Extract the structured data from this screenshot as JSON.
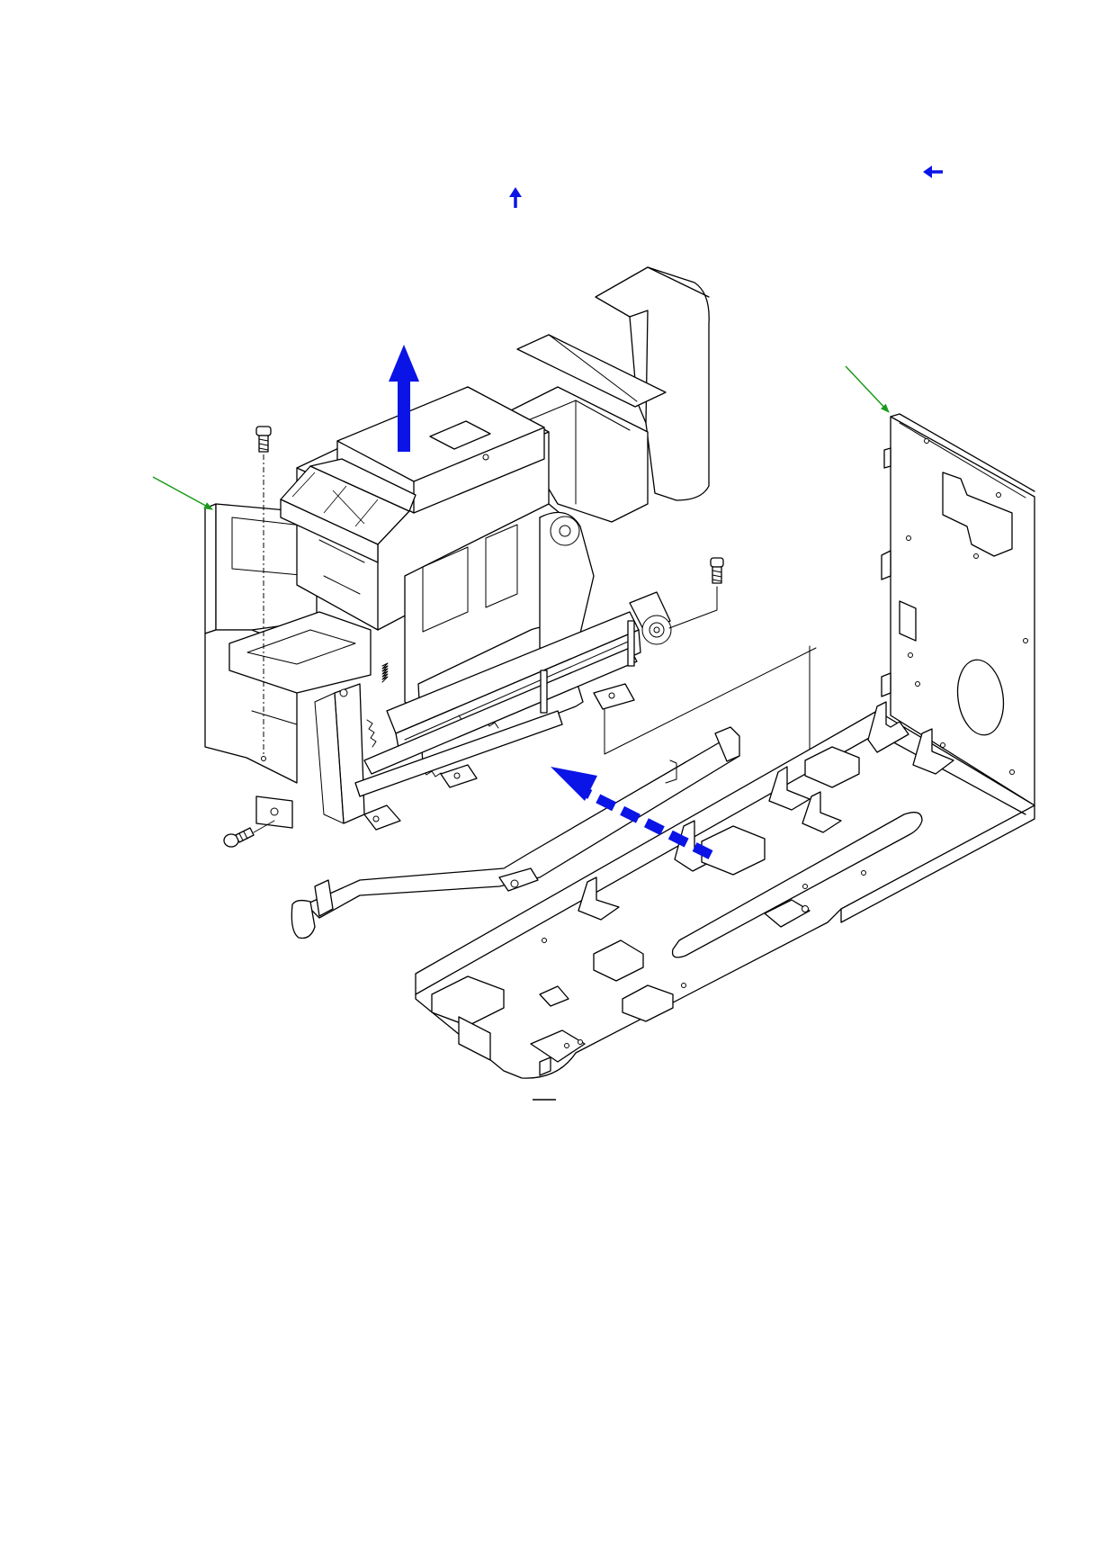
{
  "page": {
    "background": "#ffffff",
    "line_color": "#000000"
  },
  "arrows": {
    "removal_color": "#0a14e6",
    "callout_color": "#1a9a1a",
    "legend_left_arrow": "left-arrow-icon",
    "legend_up_arrow": "up-arrow-icon",
    "removal_up_arrow": "up-arrow-icon",
    "removal_slide_arrow": "dashed-arrow-icon",
    "callout_arrows": [
      "callout-arrow-icon",
      "callout-arrow-icon"
    ]
  },
  "parts": [
    "print-unit-assembly",
    "right-side-frame",
    "base-frame",
    "lever-arm",
    "left-bracket",
    "mounting-screw",
    "mounting-screw",
    "mounting-screw"
  ]
}
